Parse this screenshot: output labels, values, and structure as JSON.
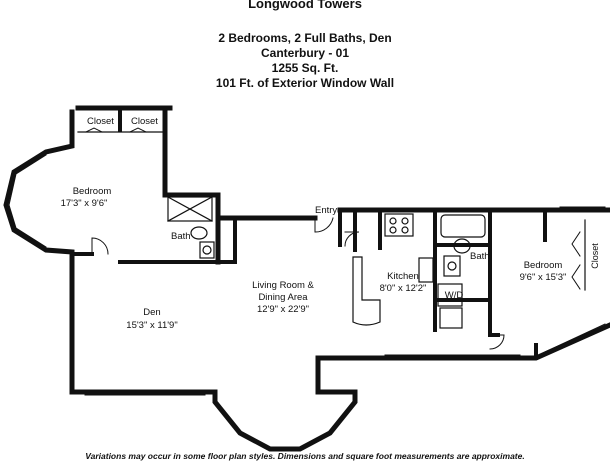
{
  "header": {
    "building": "Longwood Towers",
    "unit_type": "2 Bedrooms, 2 Full Baths, Den",
    "plan_name": "Canterbury - 01",
    "area": "1255 Sq. Ft.",
    "window_wall": "101 Ft. of Exterior Window Wall"
  },
  "rooms": {
    "closet_1": "Closet",
    "closet_2": "Closet",
    "bedroom_1": {
      "name": "Bedroom",
      "dims": "17'3\" x 9'6\""
    },
    "bath_1": "Bath",
    "entry": "Entry",
    "living": {
      "name": "Living Room &",
      "name2": "Dining Area",
      "dims": "12'9\" x 22'9\""
    },
    "den": {
      "name": "Den",
      "dims": "15'3\" x 11'9\""
    },
    "kitchen": {
      "name": "Kitchen",
      "dims": "8'0\" x 12'2\""
    },
    "wd": "W/D",
    "bath_2": "Bath",
    "bedroom_2": {
      "name": "Bedroom",
      "dims": "9'6\" x 15'3\""
    },
    "closet_3": "Closet"
  },
  "footer": "Variations may occur in some floor plan styles. Dimensions and square foot measurements are approximate."
}
